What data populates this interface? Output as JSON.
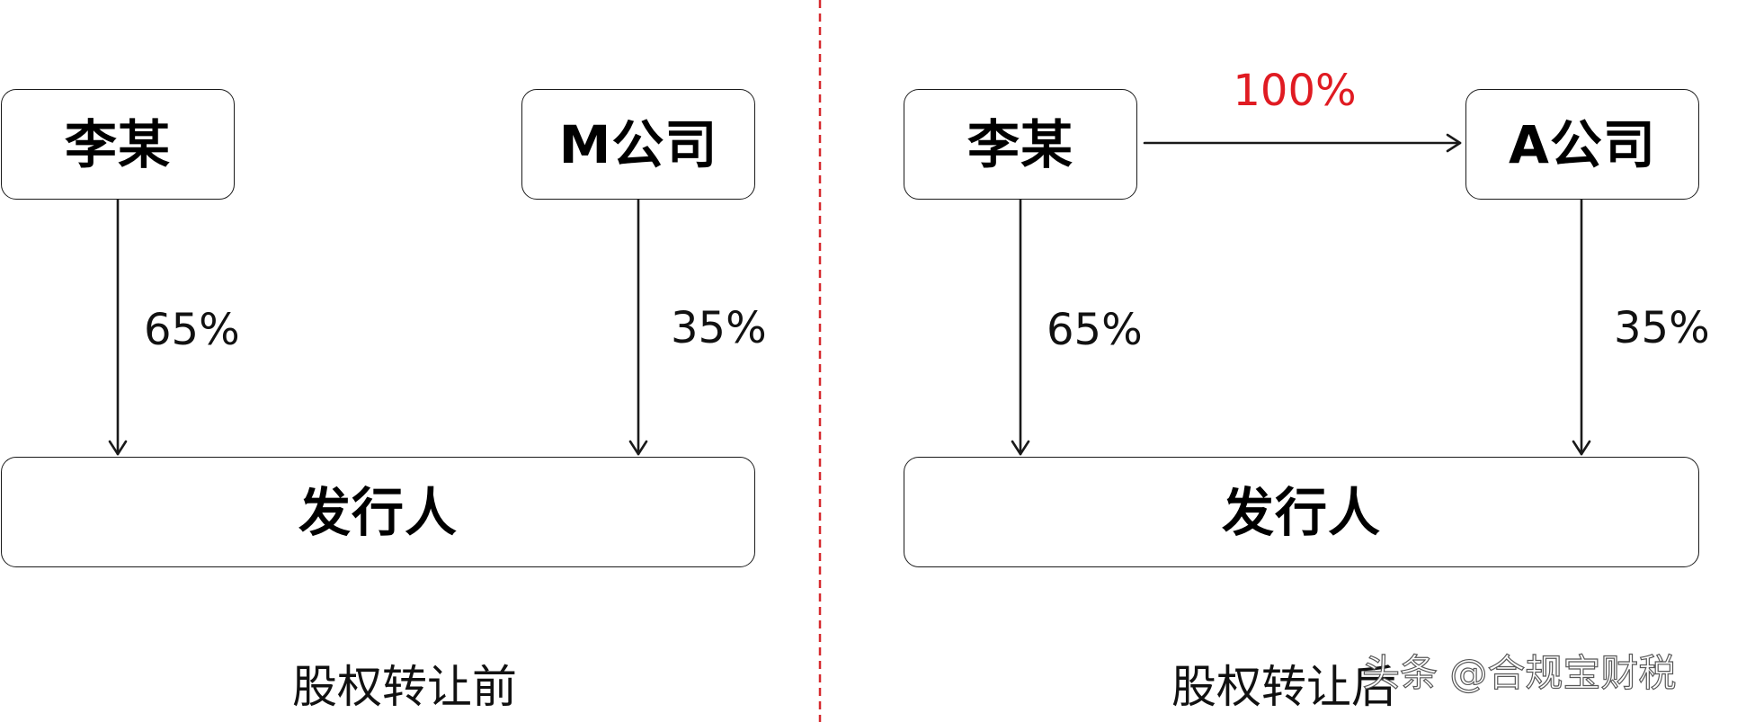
{
  "before": {
    "caption": "股权转让前",
    "shareholders": [
      {
        "name": "李某",
        "share": "65%"
      },
      {
        "name": "M公司",
        "share": "35%"
      }
    ],
    "issuer": "发行人"
  },
  "after": {
    "caption": "股权转让后",
    "shareholders": [
      {
        "name": "李某",
        "share": "65%"
      },
      {
        "name": "A公司",
        "share": "35%"
      }
    ],
    "holding_share": "100%",
    "issuer": "发行人"
  },
  "watermark": "头条 @合规宝财税",
  "colors": {
    "highlight": "#e01b22",
    "divider": "#d62a2f",
    "stroke": "#1a1a1a"
  }
}
